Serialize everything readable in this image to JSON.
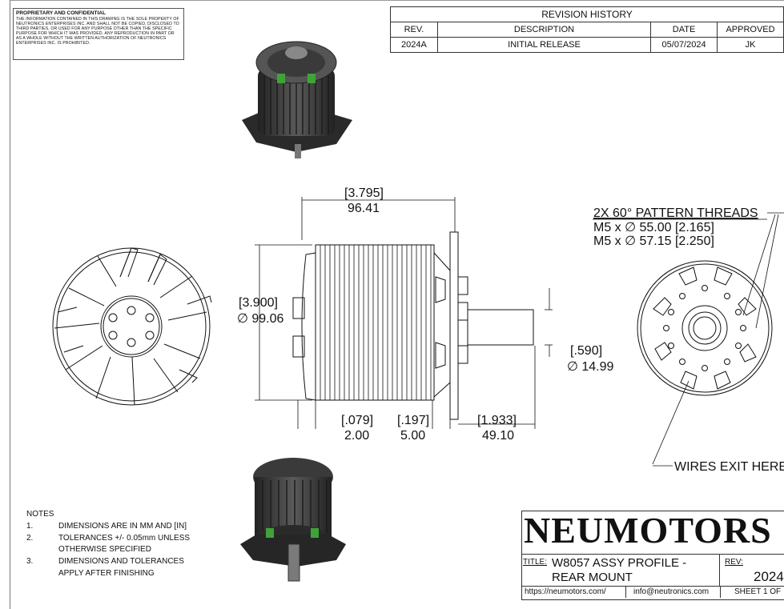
{
  "proprietary": {
    "title": "PROPRIETARY AND CONFIDENTIAL",
    "body": "THE INFORMATION CONTAINED IN THIS DRAWING IS THE SOLE PROPERTY OF NEUTRONICS ENTERPRISES INC. AND SHALL NOT BE COPIED, DISCLOSED TO THIRD PARTIES, OR USED FOR ANY PURPOSE OTHER THAN THE SPECIFIC PURPOSE FOR WHICH IT WAS PROVIDED. ANY REPRODUCTION IN PART OR AS A WHOLE WITHOUT THE WRITTEN AUTHORIZATION OF NEUTRONICS ENTERPRISES INC. IS PROHIBITED."
  },
  "revision_history": {
    "title": "REVISION HISTORY",
    "headers": [
      "REV.",
      "DESCRIPTION",
      "DATE",
      "APPROVED"
    ],
    "rows": [
      [
        "2024A",
        "INITIAL RELEASE",
        "05/07/2024",
        "JK"
      ]
    ]
  },
  "dimensions": {
    "overall_length_in": "[3.795]",
    "overall_length_mm": "96.41",
    "diameter_in": "[3.900]",
    "diameter_mm": "∅ 99.06",
    "shaft_in": "[.590]",
    "shaft_mm": "∅ 14.99",
    "gap1_in": "[.079]",
    "gap1_mm": "2.00",
    "mount_in": "[.197]",
    "mount_mm": "5.00",
    "shaft_len_in": "[1.933]",
    "shaft_len_mm": "49.10"
  },
  "callouts": {
    "threads_line1": "2X 60° PATTERN THREADS",
    "threads_line2": "M5 x ∅ 55.00 [2.165]",
    "threads_line3": "M5 x ∅ 57.15 [2.250]",
    "wires": "WIRES EXIT HERE"
  },
  "notes": {
    "title": "NOTES",
    "items": [
      {
        "num": "1.",
        "text": "DIMENSIONS ARE IN MM AND [IN]"
      },
      {
        "num": "2.",
        "text": "TOLERANCES +/- 0.05mm UNLESS"
      },
      {
        "num": "",
        "text": "OTHERWISE SPECIFIED"
      },
      {
        "num": "3.",
        "text": "DIMENSIONS AND TOLERANCES"
      },
      {
        "num": "",
        "text": "APPLY AFTER FINISHING"
      }
    ]
  },
  "title_block": {
    "logo": "NEUMOTORS",
    "title_label": "TITLE:",
    "title_line1": "W8057 ASSY PROFILE -",
    "title_line2": "REAR MOUNT",
    "rev_label": "REV:",
    "rev_value": "2024",
    "website": "https://neumotors.com/",
    "email": "info@neutronics.com",
    "sheet": "SHEET 1 OF"
  },
  "colors": {
    "ink": "#111111",
    "winding_green": "#3fa33a",
    "motor_dark": "#3a3a3a"
  }
}
